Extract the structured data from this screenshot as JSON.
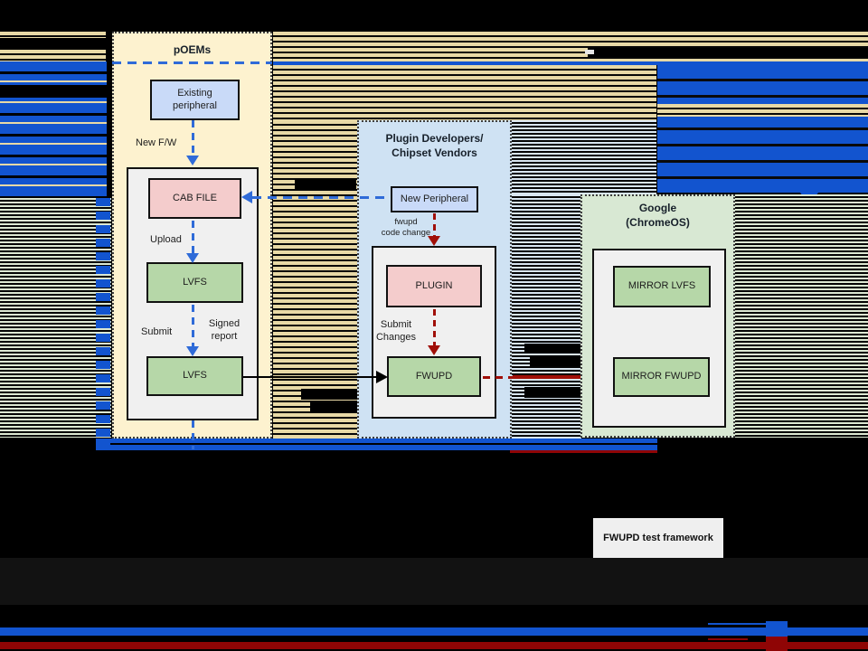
{
  "colors": {
    "glitch_blue": "#1254cf",
    "arrow_blue": "#2f6bd8",
    "arrow_red": "#990000",
    "footer_red_bar": "#8f0505",
    "tan_stripe": "#e8d9a6",
    "green_stripe": "#dde9d3",
    "lightblue_stripe": "#d9e6f1",
    "panel_cream": "#fdf2cf",
    "panel_lightblue": "#cfe2f3",
    "panel_lightgreen": "#d8e8d3",
    "node_blue": "#c9daf8",
    "node_pink": "#f4cccc",
    "node_green": "#b6d7a8",
    "subpanel_gray": "#f0f0f0"
  },
  "poems_panel": {
    "title": "pOEMs",
    "existing_peripheral": "Existing\nperipheral",
    "new_fw_label": "New F/W",
    "cab_file": "CAB FILE",
    "upload_label": "Upload",
    "lvfs_upper": "LVFS",
    "submit_label": "Submit",
    "signed_report_label": "Signed\nreport",
    "lvfs_lower": "LVFS"
  },
  "plugin_panel": {
    "title": "Plugin Developers/\nChipset Vendors",
    "new_peripheral": "New Peripheral",
    "fwupd_code_change_label": "fwupd\ncode change",
    "plugin": "PLUGIN",
    "submit_changes_label": "Submit\nChanges",
    "fwupd": "FWUPD"
  },
  "google_panel": {
    "title": "Google\n(ChromeOS)",
    "mirror_lvfs": "MIRROR LVFS",
    "mirror_fwupd": "MIRROR FWUPD"
  },
  "footer": {
    "fwupd_test_framework": "FWUPD test framework"
  }
}
